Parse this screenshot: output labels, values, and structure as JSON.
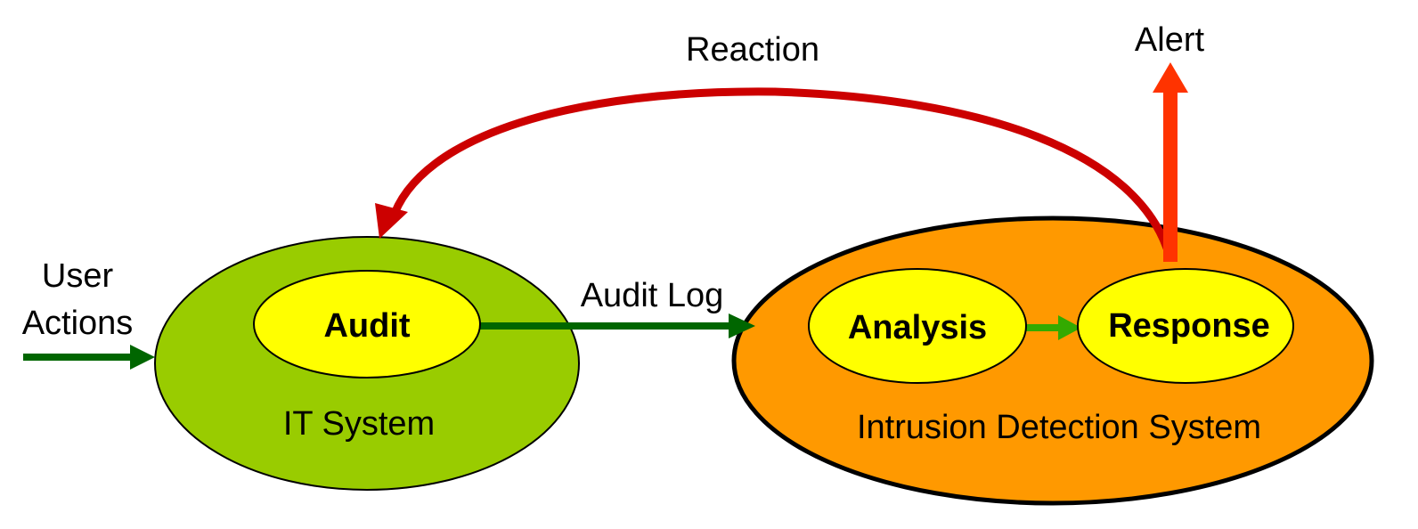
{
  "labels": {
    "user_actions_line1": "User",
    "user_actions_line2": "Actions",
    "reaction": "Reaction",
    "alert": "Alert",
    "audit_log": "Audit Log",
    "it_system": "IT System",
    "ids": "Intrusion Detection System",
    "audit": "Audit",
    "analysis": "Analysis",
    "response": "Response"
  },
  "colors": {
    "it_system_fill": "#99cc00",
    "ids_fill": "#ff9900",
    "inner_fill": "#ffff00",
    "green_arrow": "#006600",
    "reaction_arrow": "#cc0000",
    "alert_arrow": "#ff3300",
    "outline": "#000000"
  }
}
